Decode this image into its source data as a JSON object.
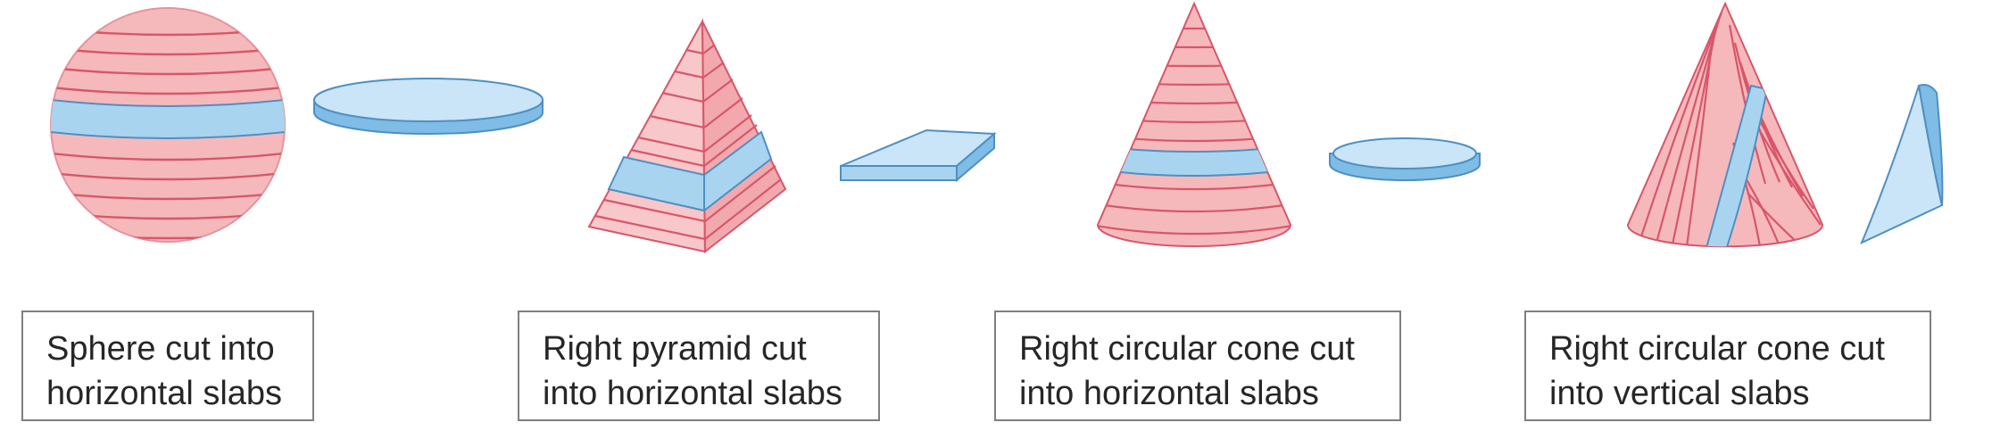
{
  "colors": {
    "solid_fill": "#f6b9bb",
    "solid_stroke": "#d8566a",
    "slab_fill": "#a8d4f0",
    "slab_stroke": "#4f8fc2",
    "slab_top": "#c9e5f7",
    "caption_border": "#7f7f7f",
    "caption_text": "#262626"
  },
  "panels": [
    {
      "solid": "sphere",
      "slab": "disk",
      "cut": "horizontal",
      "caption_line1": "Sphere cut into",
      "caption_line2": "horizontal slabs"
    },
    {
      "solid": "right-pyramid",
      "slab": "square-frustum",
      "cut": "horizontal",
      "caption_line1": "Right pyramid cut",
      "caption_line2": "into horizontal slabs"
    },
    {
      "solid": "right-circular-cone",
      "slab": "circular-frustum",
      "cut": "horizontal",
      "caption_line1": "Right circular cone cut",
      "caption_line2": "into horizontal slabs"
    },
    {
      "solid": "right-circular-cone",
      "slab": "hyperbolic-section",
      "cut": "vertical",
      "caption_line1": "Right circular cone cut",
      "caption_line2": "into vertical slabs"
    }
  ]
}
